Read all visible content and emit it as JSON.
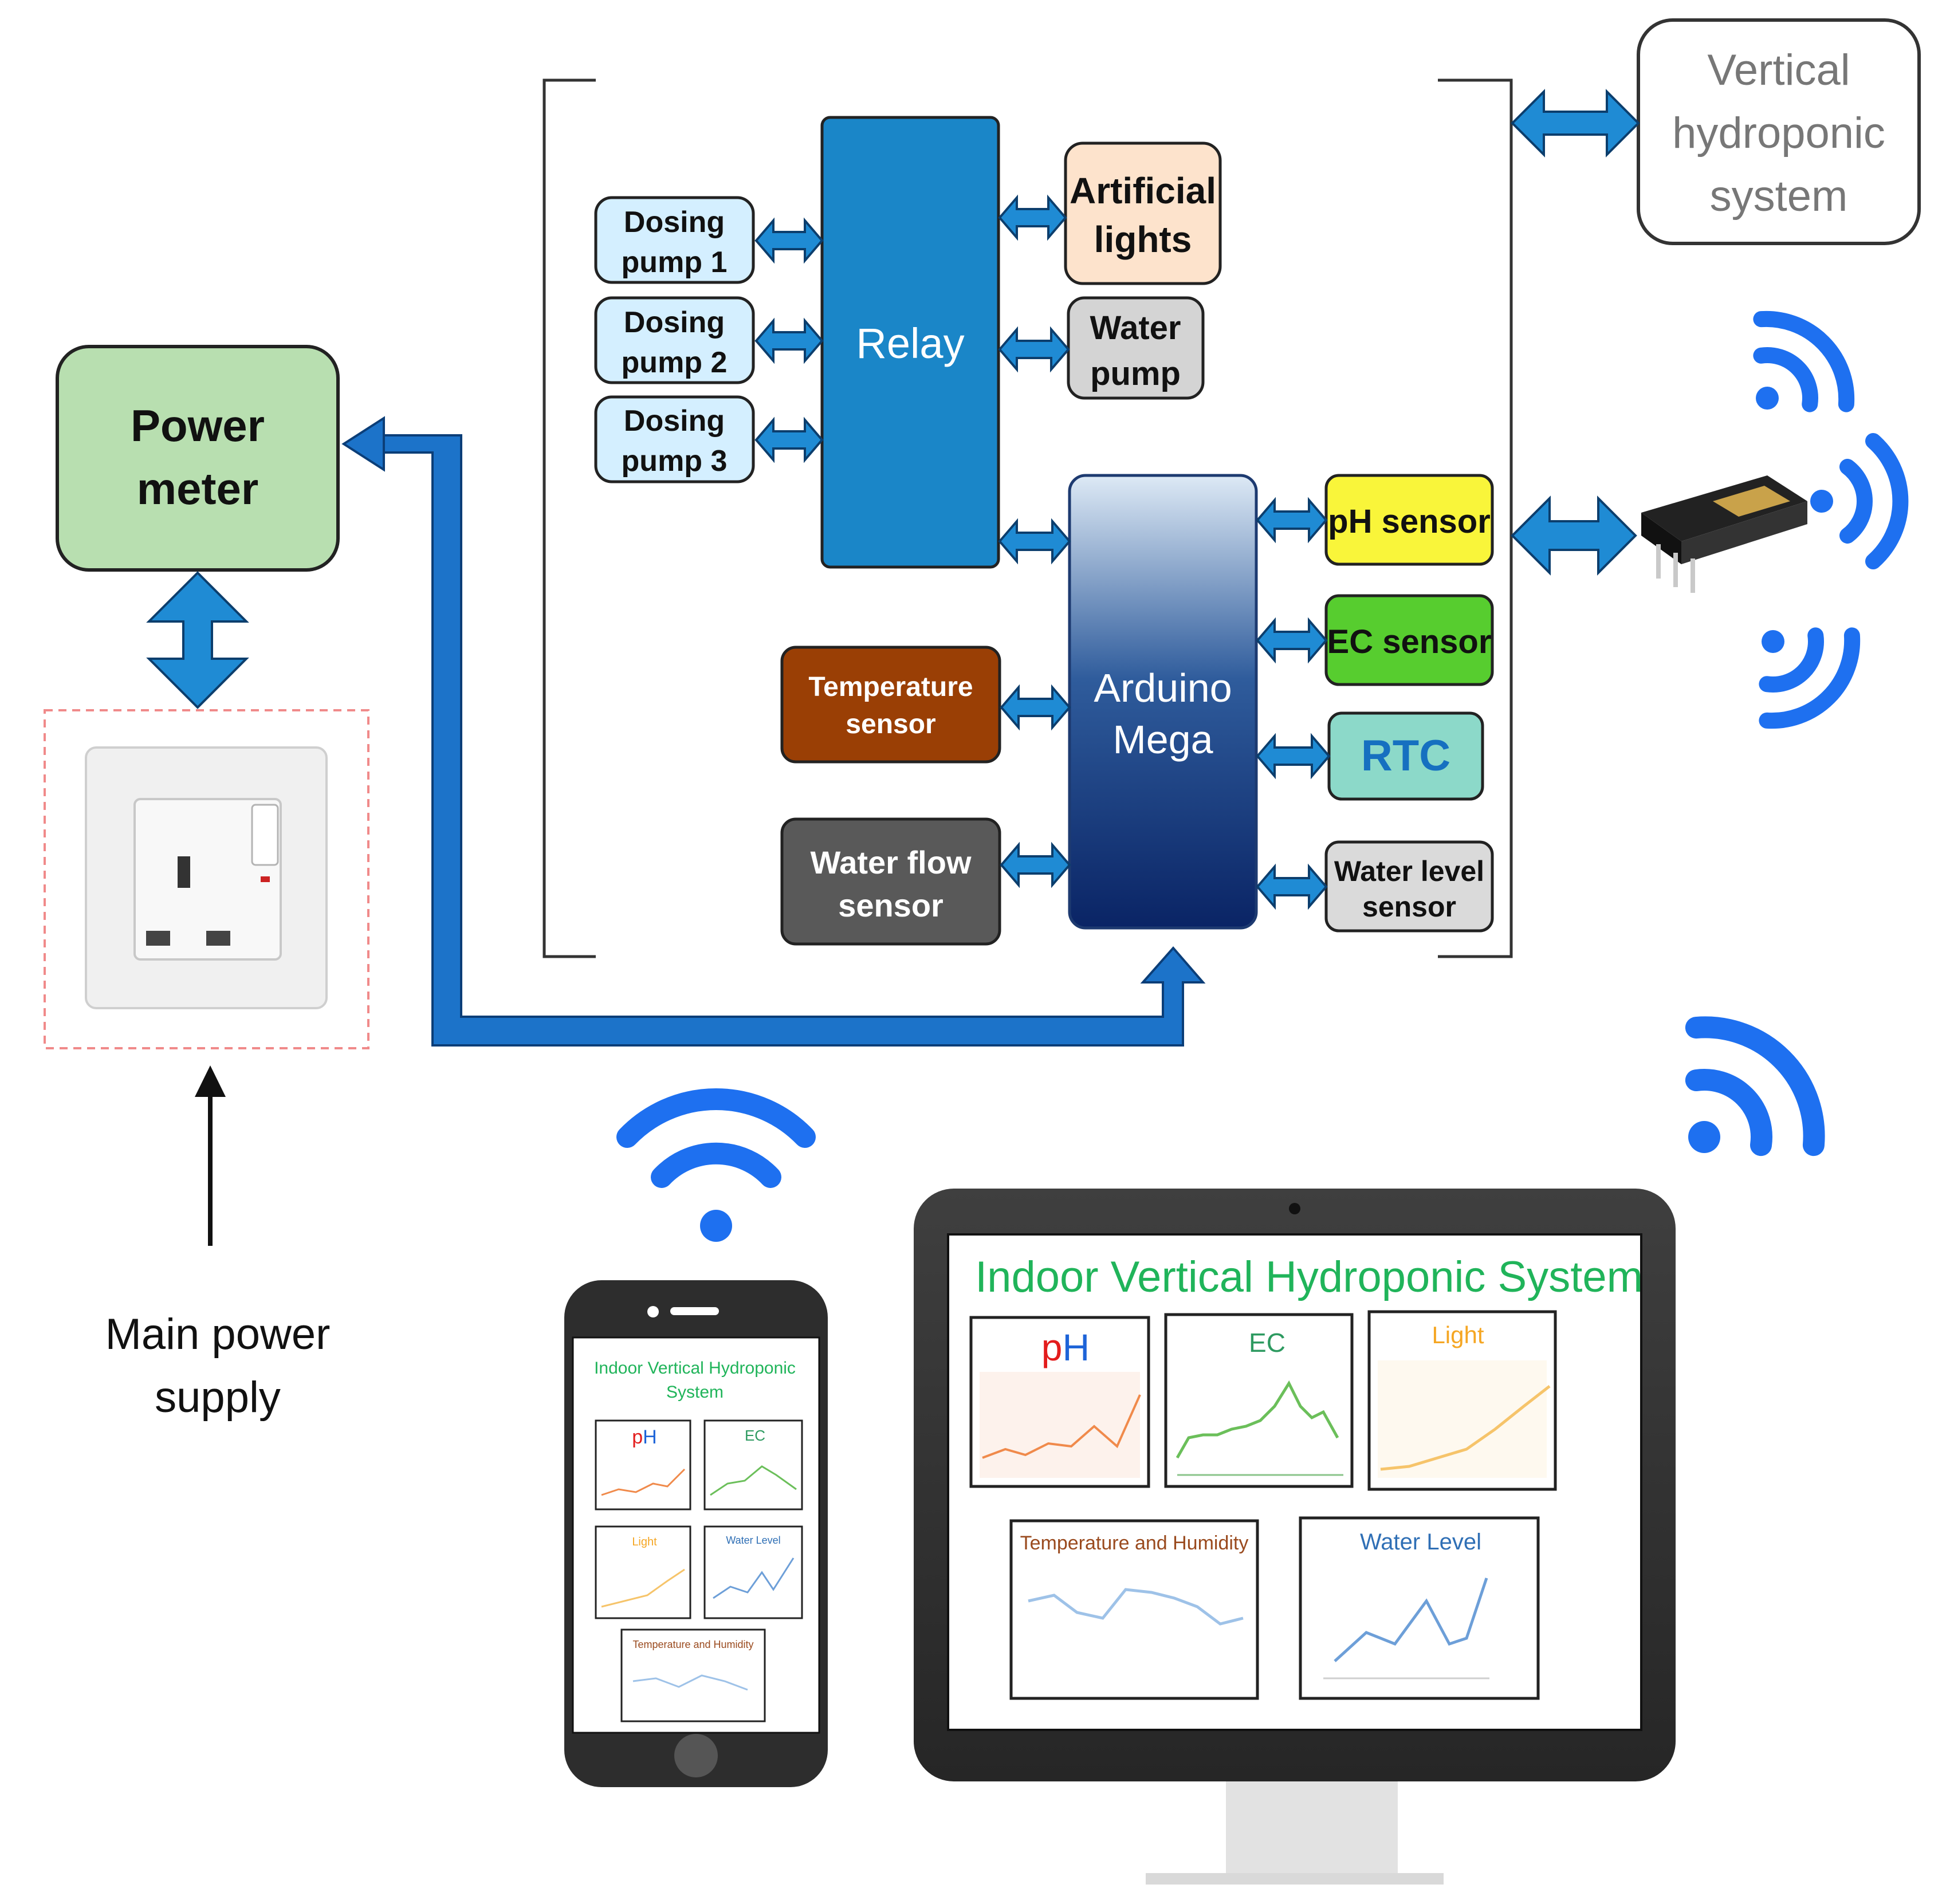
{
  "blocks": {
    "relay": "Relay",
    "arduino": [
      "Arduino",
      "Mega"
    ],
    "dosing_pump_1": [
      "Dosing",
      "pump 1"
    ],
    "dosing_pump_2": [
      "Dosing",
      "pump 2"
    ],
    "dosing_pump_3": [
      "Dosing",
      "pump 3"
    ],
    "artificial_lights": [
      "Artificial",
      "lights"
    ],
    "water_pump": [
      "Water",
      "pump"
    ],
    "ph_sensor": "pH sensor",
    "ec_sensor": "EC sensor",
    "rtc": "RTC",
    "water_level_sensor": [
      "Water level",
      "sensor"
    ],
    "temperature_sensor": [
      "Temperature",
      "sensor"
    ],
    "water_flow_sensor": [
      "Water flow",
      "sensor"
    ],
    "power_meter": [
      "Power",
      "meter"
    ],
    "vertical_system": [
      "Vertical",
      "hydroponic",
      "system"
    ],
    "main_power_supply": [
      "Main power",
      "supply"
    ]
  },
  "dashboard": {
    "title": "Indoor Vertical Hydroponic System",
    "phone_title": [
      "Indoor Vertical Hydroponic",
      "System"
    ],
    "panels": {
      "ph": "pH",
      "ec": "EC",
      "light": "Light",
      "temperature_humidity": "Temperature and Humidity",
      "water_level": "Water Level"
    }
  },
  "colors": {
    "relay": "#1a86c8",
    "arduino_top": "#d7e6f6",
    "arduino_bottom": "#0a2668",
    "dosing": "#d4efff",
    "artificial_lights": "#fde3cc",
    "water_pump": "#d4d4d4",
    "ph_sensor": "#f9f53a",
    "ec_sensor": "#57cd2f",
    "rtc": "#8cd9c9",
    "rtc_text": "#1670c0",
    "water_level": "#dadada",
    "temperature": "#9a3f05",
    "water_flow": "#595959",
    "power_meter": "#b8dfb0",
    "arrow": "#1f8bd4",
    "power_line": "#1c73c9",
    "wifi": "#1e70f0",
    "dashboard_title": "#20b45a"
  },
  "icons": [
    "wifi-icon",
    "wall-socket-icon",
    "esp8266-module-icon",
    "smartphone-icon",
    "desktop-monitor-icon"
  ]
}
